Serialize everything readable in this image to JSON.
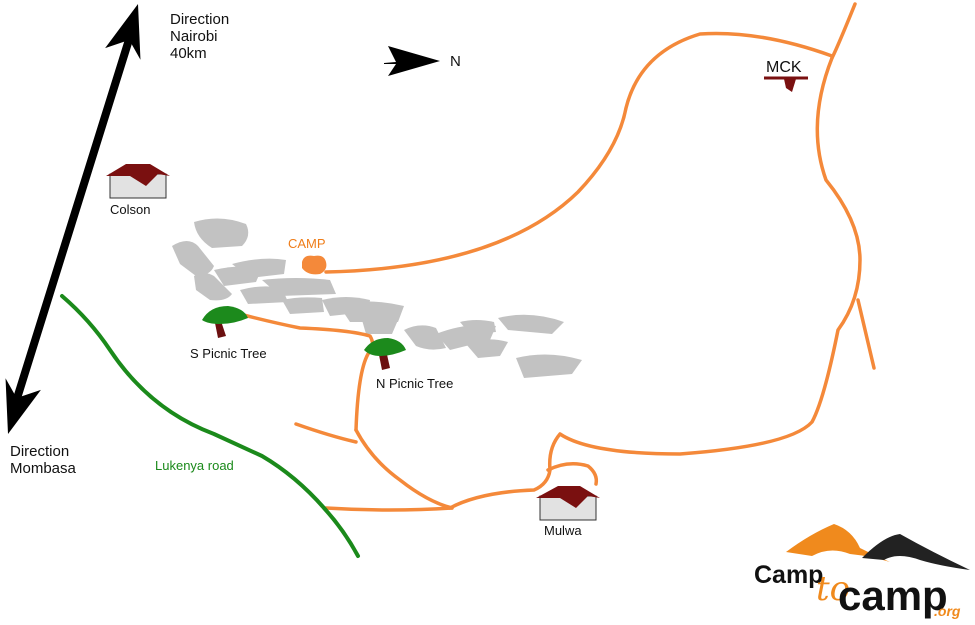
{
  "directions": {
    "nairobi": [
      "Direction",
      "Nairobi",
      "40km"
    ],
    "mombasa": [
      "Direction",
      "Mombasa"
    ],
    "north": "N"
  },
  "places": {
    "colson": "Colson",
    "camp": "CAMP",
    "mck": "MCK",
    "mulwa": "Mulwa",
    "s_picnic_tree": "S Picnic Tree",
    "n_picnic_tree": "N Picnic Tree"
  },
  "roads": {
    "lukenya_road": "Lukenya road"
  },
  "logo": {
    "camp_small": "Camp",
    "to": "to",
    "camp_big": "camp",
    "org": ".org"
  },
  "colors": {
    "track": "#f4893a",
    "road": "#1b8a1b",
    "rock": "#c2c2c2",
    "building_roof": "#7a1010",
    "building_wall": "#e2e2e2",
    "tree_canopy": "#1c8a1c",
    "tree_trunk": "#6b1010",
    "camp_marker": "#f4893a",
    "arrow": "#000000",
    "logo_orange": "#f08a1d"
  }
}
